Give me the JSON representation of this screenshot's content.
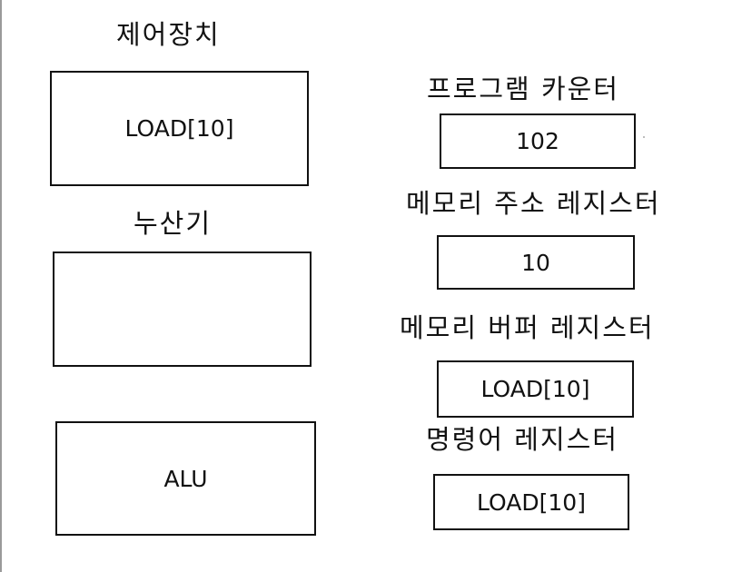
{
  "left": {
    "control_unit": {
      "label": "제어장치",
      "value": "LOAD[10]"
    },
    "accumulator": {
      "label": "누산기",
      "value": ""
    },
    "alu": {
      "value": "ALU"
    }
  },
  "right": {
    "program_counter": {
      "label": "프로그램 카운터",
      "value": "102"
    },
    "memory_address_register": {
      "label": "메모리 주소 레지스터",
      "value": "10"
    },
    "memory_buffer_register": {
      "label": "메모리 버퍼 레지스터",
      "value": "LOAD[10]"
    },
    "instruction_register": {
      "label": "명령어 레지스터",
      "value": "LOAD[10]"
    }
  }
}
